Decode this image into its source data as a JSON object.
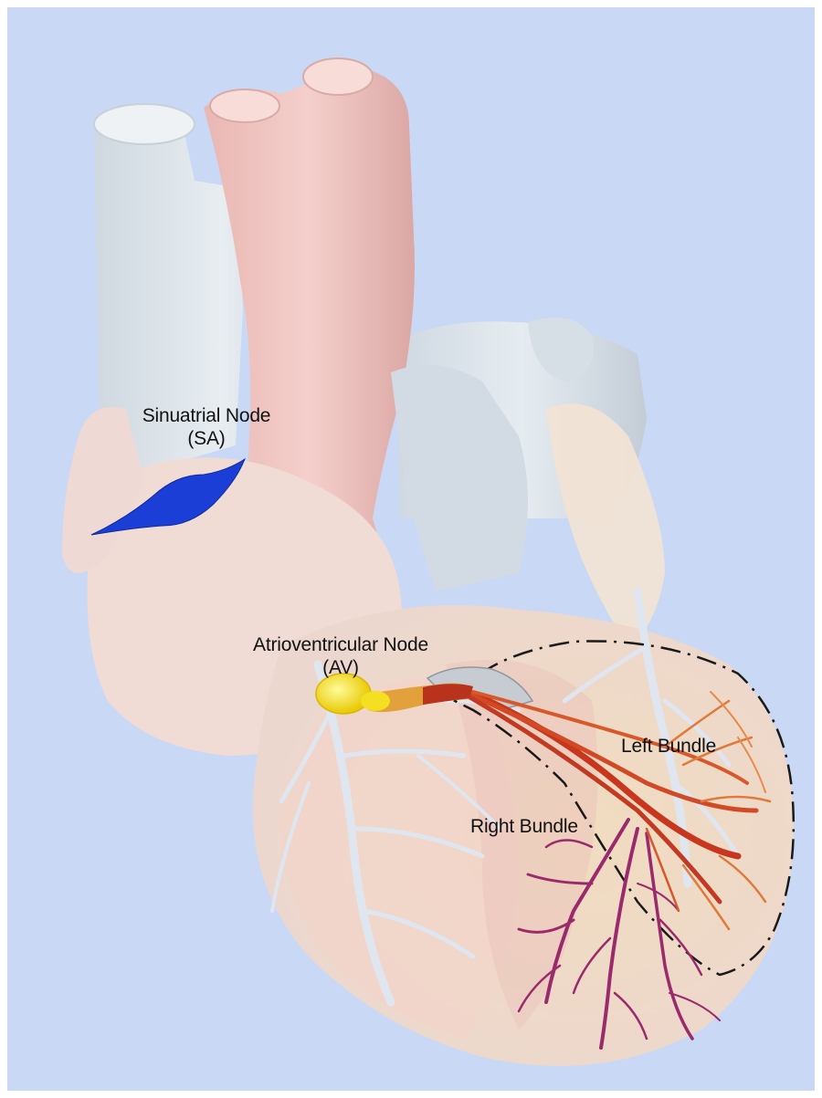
{
  "colors": {
    "background": "#c9d8f4",
    "sa_node": "#1b3fd6",
    "av_node": "#f2e20f",
    "bundle": "#c8361e",
    "right_branches": "#9a2a6b",
    "vessels": "#dfe6ef",
    "label_text": "#111111"
  },
  "labels": {
    "sa_line1": "Sinuatrial Node",
    "sa_line2": "(SA)",
    "av_line1": "Atrioventricular Node",
    "av_line2": "(AV)",
    "left_bundle": "Left Bundle",
    "right_bundle": "Right Bundle"
  }
}
